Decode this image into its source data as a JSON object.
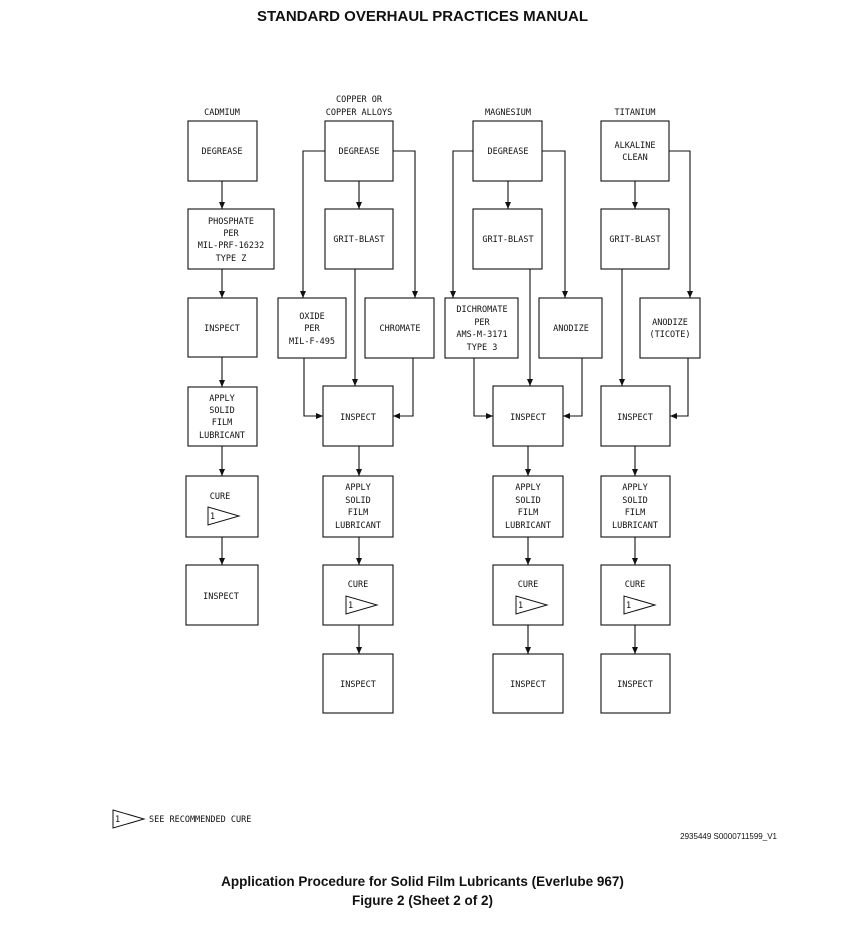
{
  "header": {
    "title": "STANDARD OVERHAUL PRACTICES MANUAL"
  },
  "columns": {
    "cadmium": {
      "heading": "CADMIUM",
      "degrease": "DEGREASE",
      "phosphate": [
        "PHOSPHATE",
        "PER",
        "MIL-PRF-16232",
        "TYPE Z"
      ],
      "inspect1": "INSPECT",
      "apply": [
        "APPLY",
        "SOLID",
        "FILM",
        "LUBRICANT"
      ],
      "cure": "CURE",
      "cure_ref": "1",
      "inspect2": "INSPECT"
    },
    "copper": {
      "heading": [
        "COPPER OR",
        "COPPER ALLOYS"
      ],
      "degrease": "DEGREASE",
      "gritblast": "GRIT-BLAST",
      "oxide": [
        "OXIDE",
        "PER",
        "MIL-F-495"
      ],
      "chromate": "CHROMATE",
      "inspect1": "INSPECT",
      "apply": [
        "APPLY",
        "SOLID",
        "FILM",
        "LUBRICANT"
      ],
      "cure": "CURE",
      "cure_ref": "1",
      "inspect2": "INSPECT"
    },
    "magnesium": {
      "heading": "MAGNESIUM",
      "degrease": "DEGREASE",
      "gritblast": "GRIT-BLAST",
      "dichromate": [
        "DICHROMATE",
        "PER",
        "AMS-M-3171",
        "TYPE 3"
      ],
      "anodize": "ANODIZE",
      "inspect1": "INSPECT",
      "apply": [
        "APPLY",
        "SOLID",
        "FILM",
        "LUBRICANT"
      ],
      "cure": "CURE",
      "cure_ref": "1",
      "inspect2": "INSPECT"
    },
    "titanium": {
      "heading": "TITANIUM",
      "alkaline": [
        "ALKALINE",
        "CLEAN"
      ],
      "gritblast": "GRIT-BLAST",
      "anodize": [
        "ANODIZE",
        "(TICOTE)"
      ],
      "inspect1": "INSPECT",
      "apply": [
        "APPLY",
        "SOLID",
        "FILM",
        "LUBRICANT"
      ],
      "cure": "CURE",
      "cure_ref": "1",
      "inspect2": "INSPECT"
    }
  },
  "legend": {
    "ref": "1",
    "text": "SEE RECOMMENDED CURE"
  },
  "drawing_id": "2935449 S0000711599_V1",
  "caption": {
    "line1": "Application Procedure for Solid Film Lubricants (Everlube 967)",
    "line2": "Figure 2  (Sheet 2 of 2)"
  }
}
